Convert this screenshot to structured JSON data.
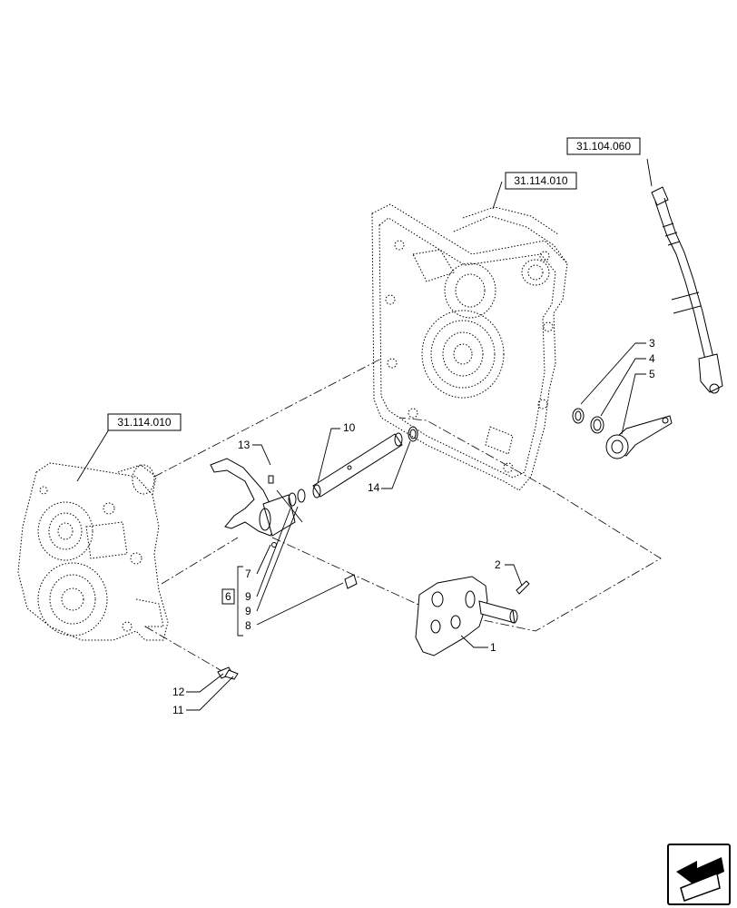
{
  "references": {
    "housing_left": "31.114.010",
    "housing_right": "31.114.010",
    "cable": "31.104.060"
  },
  "callouts": {
    "c1": "1",
    "c2": "2",
    "c3": "3",
    "c4": "4",
    "c5": "5",
    "c6": "6",
    "c7": "7",
    "c8": "8",
    "c9a": "9",
    "c9b": "9",
    "c10": "10",
    "c11": "11",
    "c12": "12",
    "c13": "13",
    "c14": "14"
  },
  "nav_icon": "arrow-icon"
}
